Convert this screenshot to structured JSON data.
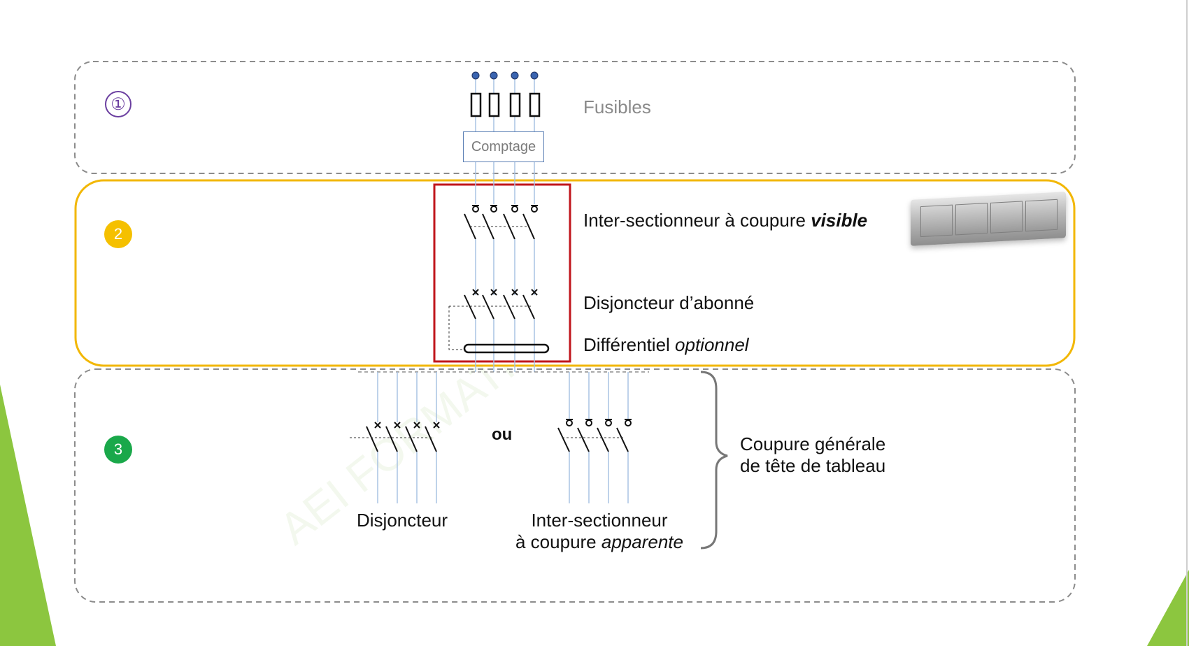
{
  "watermark": "AEI FORMATION OUEST",
  "zones": [
    {
      "number": "①"
    },
    {
      "number": "2"
    },
    {
      "number": "3"
    }
  ],
  "labels": {
    "fusibles": "Fusibles",
    "comptage": "Comptage",
    "inter_sectionneur_prefix": "Inter-sectionneur à coupure ",
    "inter_sectionneur_emph": "visible",
    "disjoncteur_abonne": "Disjoncteur d’abonné",
    "differentiel_prefix": "Différentiel ",
    "differentiel_emph": "optionnel",
    "ou": "ou",
    "disjoncteur": "Disjoncteur",
    "inter_sectionneur_line1": "Inter-sectionneur",
    "inter_sectionneur_line2_prefix": "à coupure ",
    "inter_sectionneur_line2_emph": "apparente",
    "coupure_line1": "Coupure générale",
    "coupure_line2": "de tête de tableau"
  },
  "colors": {
    "zone_border": "#8c8c8c",
    "zone2_border": "#f2b705",
    "red_frame": "#c0161c",
    "wire": "#a9c2e2",
    "terminal": "#3a64b0",
    "accent_green": "#8cc63f",
    "num_purple": "#6b3fa0",
    "num_yellow": "#f5c000",
    "num_green": "#1aa84a"
  }
}
